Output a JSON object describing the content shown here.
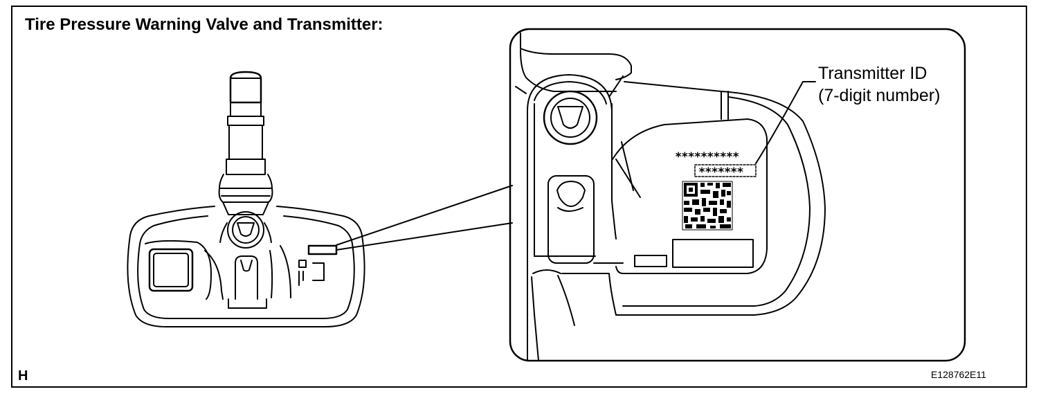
{
  "title": "Tire Pressure Warning Valve and Transmitter:",
  "callout": {
    "line1": "Transmitter ID",
    "line2": "(7-digit number)"
  },
  "label": {
    "upper_stars": "**********",
    "id_stars": "*******"
  },
  "footer": {
    "sheet_letter": "H",
    "figure_code": "E128762E11"
  }
}
